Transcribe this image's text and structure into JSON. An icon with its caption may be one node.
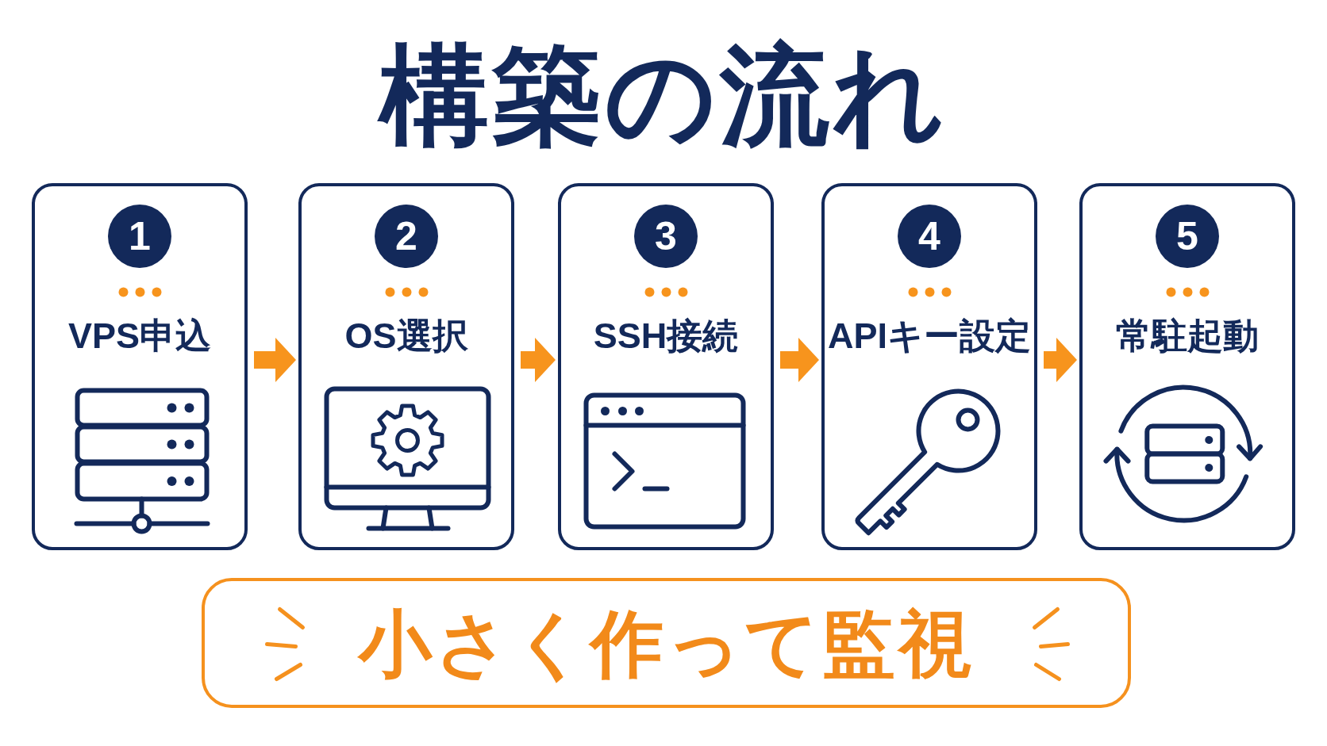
{
  "diagram": {
    "title": "構築の流れ",
    "nodes": [
      {
        "text": [
          "VPS申込"
        ]
      },
      {
        "text": [
          "1"
        ],
        "in": 0
      },
      {
        "text": [
          "OS選択"
        ]
      },
      {
        "text": [
          "2"
        ],
        "in": 2
      },
      {
        "text": [
          "SSH接続"
        ]
      },
      {
        "text": [
          "3"
        ],
        "in": 4
      },
      {
        "text": [
          "APIキー設定"
        ]
      },
      {
        "text": [
          "4"
        ],
        "in": 6
      },
      {
        "text": [
          "常駐起動"
        ]
      },
      {
        "text": [
          "5"
        ],
        "in": 8
      },
      {
        "text": [
          "小さく作って監視"
        ]
      }
    ],
    "edges": [
      {
        "from": 0,
        "to": 2,
        "arrow": "to"
      },
      {
        "from": 2,
        "to": 4,
        "arrow": "to"
      },
      {
        "from": 4,
        "to": 6,
        "arrow": "to"
      },
      {
        "from": 6,
        "to": 8,
        "arrow": "to"
      }
    ]
  }
}
